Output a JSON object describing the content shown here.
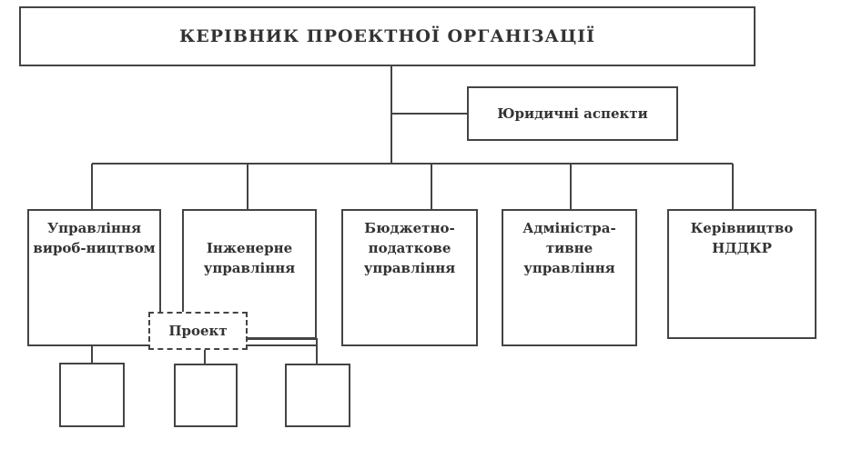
{
  "head": "КЕРІВНИК ПРОЕКТНОЇ ОРГАНІЗАЦІЇ",
  "legal": "Юридичні аспекти",
  "departments": [
    "Управління вироб-ництвом",
    "Інженерне управління",
    "Бюджетно-податкове управління",
    "Адміністра-тивне управління",
    "Керівництво НДДКР"
  ],
  "project": "Проект"
}
